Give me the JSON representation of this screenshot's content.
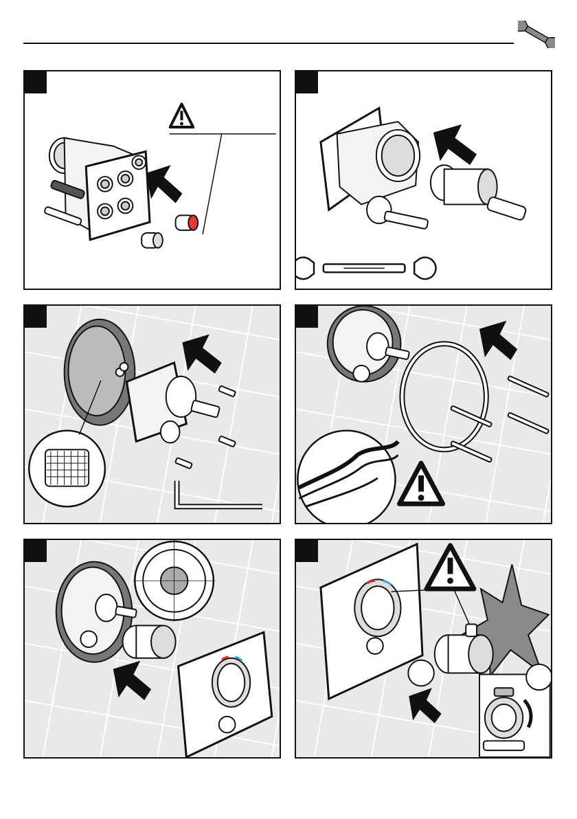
{
  "header": {
    "tool_icon": "wrench-icon"
  },
  "steps": [
    {
      "number": "",
      "icons": [
        "warning-triangle-icon",
        "insert-arrow-icon",
        "valve-body",
        "plug-caps"
      ]
    },
    {
      "number": "",
      "icons": [
        "insert-arrow-icon",
        "cartridge",
        "open-end-wrench-icon"
      ]
    },
    {
      "number": "",
      "icons": [
        "insert-arrow-icon",
        "mounting-plate",
        "filter-screen-detail",
        "allen-key-icon"
      ]
    },
    {
      "number": "",
      "icons": [
        "insert-arrow-icon",
        "seal-ring",
        "long-screws",
        "warning-triangle-icon"
      ]
    },
    {
      "number": "",
      "icons": [
        "insert-arrow-icon",
        "handle-insert",
        "trim-plate"
      ]
    },
    {
      "number": "",
      "icons": [
        "warning-triangle-icon",
        "starburst-icon",
        "insert-arrow-icon",
        "knob",
        "rotation-detail"
      ]
    }
  ],
  "colors": {
    "line": "#111111",
    "tile": "#e9e9e9",
    "hot_mark": "#e53935",
    "cold_mark": "#4aa3df",
    "burst": "#8a8a8a"
  }
}
